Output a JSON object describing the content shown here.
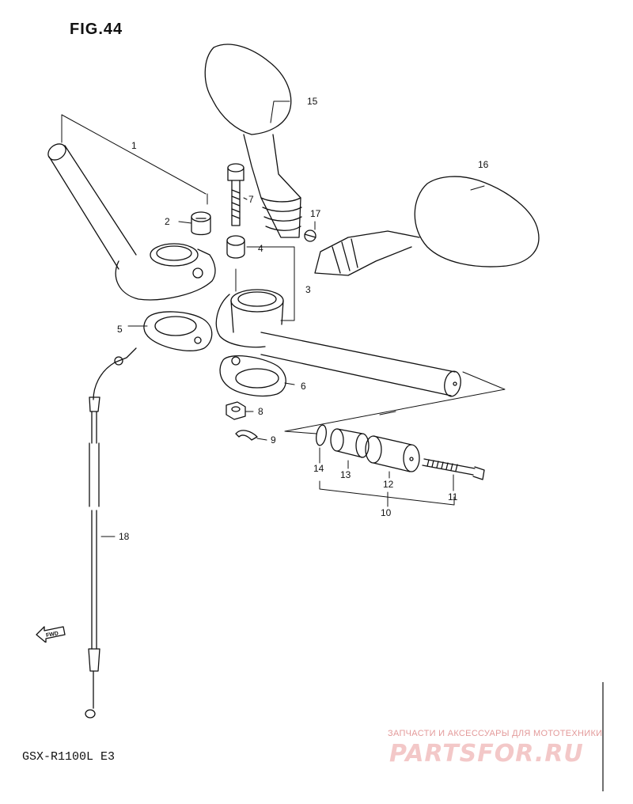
{
  "figure": {
    "title": "FIG.44"
  },
  "model": {
    "code": "GSX-R1100L E3"
  },
  "callouts": [
    "1",
    "2",
    "3",
    "4",
    "5",
    "6",
    "7",
    "8",
    "9",
    "10",
    "11",
    "12",
    "13",
    "14",
    "15",
    "16",
    "17",
    "18"
  ],
  "fwd_label": "FWD",
  "watermark": {
    "text": "ЗАПЧАСТИ И АКСЕССУАРЫ ДЛЯ МОТОТЕХНИКИ",
    "logo": "PARTSFOR.RU"
  },
  "colors": {
    "ink": "#111111",
    "watermark_text": "#e39a9a",
    "watermark_logo": "#f3c8c8"
  }
}
